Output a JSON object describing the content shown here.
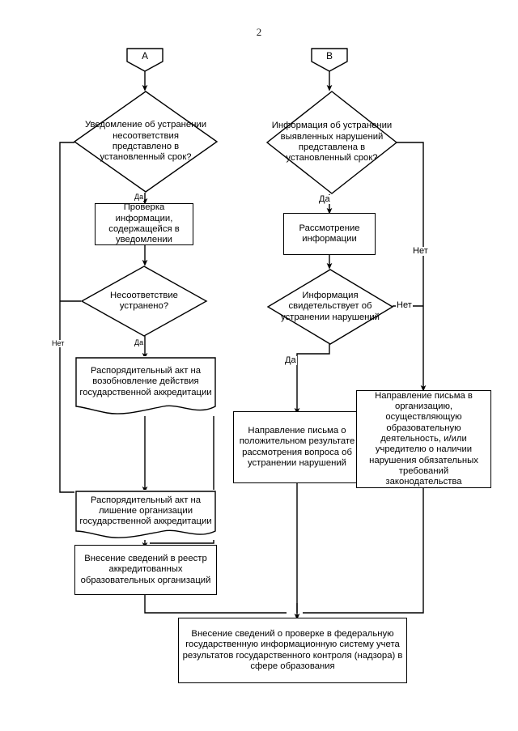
{
  "document": {
    "page_number": "2",
    "title": "Блок-схема процедуры контроля (надзора) в сфере образования — лист 2"
  },
  "chart_data": {
    "type": "diagram",
    "subtype": "flowchart",
    "orientation": "top-to-bottom",
    "nodes": [
      {
        "id": "A",
        "shape": "connector",
        "label": "А"
      },
      {
        "id": "B",
        "shape": "connector",
        "label": "В"
      },
      {
        "id": "D1",
        "shape": "decision",
        "label": "Уведомление об устранении несоответствия представлено в установленный срок?"
      },
      {
        "id": "D2",
        "shape": "decision",
        "label": "Информация об устранении выявленных нарушений представлена в установленный срок?"
      },
      {
        "id": "P1",
        "shape": "process",
        "label": "Проверка информации, содержащейся в уведомлении"
      },
      {
        "id": "P2",
        "shape": "process",
        "label": "Рассмотрение информации"
      },
      {
        "id": "D3",
        "shape": "decision",
        "label": "Несоответствие устранено?"
      },
      {
        "id": "D4",
        "shape": "decision",
        "label": "Информация свидетельствует об устранении нарушений"
      },
      {
        "id": "DOC1",
        "shape": "document",
        "label": "Распорядительный акт на возобновление действия государственной аккредитации"
      },
      {
        "id": "P3",
        "shape": "process",
        "label": "Направление письма о положительном результате рассмотрения вопроса об устранении нарушений"
      },
      {
        "id": "P4",
        "shape": "process",
        "label": "Направление письма в организацию, осуществляющую образовательную деятельность, и/или учредителю о наличии нарушения обязательных требований законодательства"
      },
      {
        "id": "DOC2",
        "shape": "document",
        "label": "Распорядительный акт на лишение организации государственной аккредитации"
      },
      {
        "id": "P5",
        "shape": "process",
        "label": "Внесение сведений в реестр аккредитованных образовательных организаций"
      },
      {
        "id": "P6",
        "shape": "process",
        "label": "Внесение сведений о проверке в федеральную государственную информационную систему учета результатов государственного контроля (надзора) в сфере образования"
      }
    ],
    "edges": [
      {
        "from": "A",
        "to": "D1",
        "label": ""
      },
      {
        "from": "B",
        "to": "D2",
        "label": ""
      },
      {
        "from": "D1",
        "to": "P1",
        "label": "Да"
      },
      {
        "from": "D1",
        "to": "DOC2",
        "label": "Нет"
      },
      {
        "from": "D2",
        "to": "P2",
        "label": "Да"
      },
      {
        "from": "D2",
        "to": "P4",
        "label": "Нет"
      },
      {
        "from": "P1",
        "to": "D3",
        "label": ""
      },
      {
        "from": "P2",
        "to": "D4",
        "label": ""
      },
      {
        "from": "D3",
        "to": "DOC1",
        "label": "Да"
      },
      {
        "from": "D3",
        "to": "DOC2",
        "label": "Нет"
      },
      {
        "from": "D4",
        "to": "P3",
        "label": "Да"
      },
      {
        "from": "D4",
        "to": "P4",
        "label": "Нет"
      },
      {
        "from": "DOC1",
        "to": "P5",
        "label": ""
      },
      {
        "from": "DOC2",
        "to": "P5",
        "label": ""
      },
      {
        "from": "P3",
        "to": "P6",
        "label": ""
      },
      {
        "from": "P4",
        "to": "P6",
        "label": ""
      },
      {
        "from": "P5",
        "to": "P6",
        "label": ""
      }
    ],
    "edge_labels": {
      "d1_yes": "Да",
      "d1_no": "Нет",
      "d2_yes": "Да",
      "d2_no": "Нет",
      "d3_yes": "Да",
      "d4_yes": "Да",
      "d4_no": "Нет"
    },
    "colors": {
      "stroke": "#000000",
      "fill": "#ffffff",
      "text": "#000000"
    }
  },
  "nodes": {
    "connector_a": "А",
    "connector_b": "В",
    "decision_notice_in_time": "Уведомление об устранении несоответствия представлено в установленный срок?",
    "decision_info_in_time": "Информация об устранении выявленных нарушений представлена в установленный срок?",
    "process_check_info": "Проверка информации, содержащейся в уведомлении",
    "process_review_info": "Рассмотрение информации",
    "decision_nonconformity_fixed": "Несоответствие устранено?",
    "decision_info_confirms": "Информация свидетельствует об устранении нарушений",
    "doc_resume_accreditation": "Распорядительный акт на возобновление действия государственной аккредитации",
    "process_letter_positive": "Направление письма о положительном результате рассмотрения вопроса об устранении нарушений",
    "process_letter_violation": "Направление письма в организацию, осуществляющую образовательную деятельность, и/или учредителю о наличии нарушения обязательных требований законодательства",
    "doc_revoke_accreditation": "Распорядительный акт на лишение организации государственной аккредитации",
    "process_registry_entry": "Внесение сведений в реестр аккредитованных образовательных организаций",
    "process_federal_system": "Внесение сведений о проверке в федеральную государственную информационную систему учета результатов государственного контроля (надзора) в сфере образования"
  },
  "labels": {
    "yes_1": "Да",
    "no_1": "Нет",
    "yes_2": "Да",
    "no_2": "Нет",
    "yes_3": "Да",
    "yes_4": "Да",
    "no_4": "Нет"
  }
}
